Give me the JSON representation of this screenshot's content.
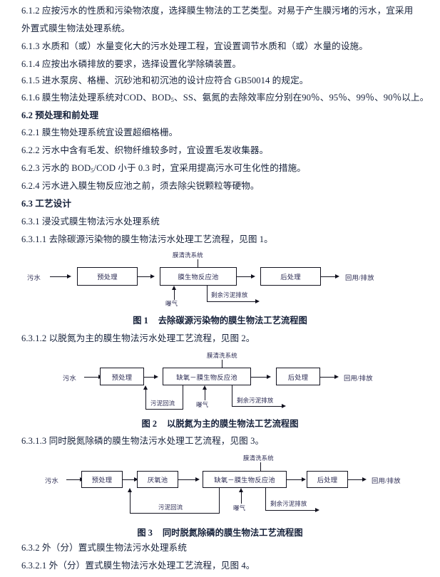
{
  "document": {
    "paragraphs": [
      {
        "id": "p612",
        "text": "6.1.2  应按污水的性质和污染物浓度，选择膜生物法的工艺类型。对易于产生膜污堵的污水，宜采用",
        "bold": false
      },
      {
        "id": "p612b",
        "text": "外置式膜生物法处理系统。",
        "bold": false
      },
      {
        "id": "p613",
        "text": "6.1.3  水质和（或）水量变化大的污水处理工程，宜设置调节水质和（或）水量的设施。",
        "bold": false
      },
      {
        "id": "p614",
        "text": "6.1.4  应按出水磷排放的要求，选择设置化学除磷装置。",
        "bold": false
      },
      {
        "id": "p615",
        "text": "6.1.5  进水泵房、格栅、沉砂池和初沉池的设计应符合 GB50014 的规定。",
        "bold": false
      },
      {
        "id": "p62",
        "text": "6.2  预处理和前处理",
        "bold": true
      },
      {
        "id": "p621",
        "text": "6.2.1 膜生物处理系统宜设置超细格栅。",
        "bold": false
      },
      {
        "id": "p622",
        "text": "6.2.2  污水中含有毛发、织物纤维较多时，宜设置毛发收集器。",
        "bold": false
      },
      {
        "id": "p624",
        "text": "6.2.4  污水进入膜生物反应池之前，须去除尖锐颗粒等硬物。",
        "bold": false
      },
      {
        "id": "p63",
        "text": "6.3  工艺设计",
        "bold": true
      },
      {
        "id": "p631",
        "text": "6.3.1 浸没式膜生物法污水处理系统",
        "bold": false
      },
      {
        "id": "p6311",
        "text": "6.3.1.1 去除碳源污染物的膜生物法污水处理工艺流程，见图 1。",
        "bold": false
      },
      {
        "id": "p6312",
        "text": "6.3.1.2 以脱氮为主的膜生物法污水处理工艺流程，见图 2。",
        "bold": false
      },
      {
        "id": "p6313",
        "text": "6.3.1.3 同时脱氮除磷的膜生物法污水处理工艺流程，见图 3。",
        "bold": false
      },
      {
        "id": "p632",
        "text": "6.3.2  外（分）置式膜生物法污水处理系统",
        "bold": false
      },
      {
        "id": "p6321",
        "text": "6.3.2.1  外（分）置式膜生物法污水处理工艺流程，见图 4。",
        "bold": false
      }
    ],
    "paragraph_616": {
      "prefix": "6.1.6  膜生物法处理系统对COD、BOD",
      "subscript": "5",
      "suffix": "、SS、氨氮的去除效率应分别在90％、95％、99％、90％以上。"
    },
    "paragraph_623": {
      "prefix": "6.2.3  污水的 BOD",
      "subscript": "5",
      "suffix": "/COD 小于 0.3 时，宜采用提高污水可生化性的措施。"
    }
  },
  "figures": [
    {
      "id": "figure-1",
      "number": "图 1",
      "title": "去除碳源污染物的膜生物法工艺流程图",
      "inlet_label": "污水",
      "outlet_label": "回用/排放",
      "top_label": "膜清洗系统",
      "aeration_label": "曝气",
      "sludge_discharge_label": "剩余污泥排放",
      "nodes": [
        {
          "name": "pretreatment",
          "label": "预处理"
        },
        {
          "name": "membrane-bioreactor",
          "label": "膜生物反应池"
        },
        {
          "name": "posttreatment",
          "label": "后处理"
        }
      ]
    },
    {
      "id": "figure-2",
      "number": "图 2",
      "title": "以脱氮为主的膜生物法工艺流程图",
      "inlet_label": "污水",
      "outlet_label": "回用/排放",
      "top_label": "膜清洗系统",
      "aeration_label": "曝气",
      "sludge_return_label": "污泥回流",
      "sludge_discharge_label": "剩余污泥排放",
      "nodes": [
        {
          "name": "pretreatment",
          "label": "预处理"
        },
        {
          "name": "anoxic-membrane-bioreactor",
          "label": "缺氧－膜生物反应池"
        },
        {
          "name": "posttreatment",
          "label": "后处理"
        }
      ]
    },
    {
      "id": "figure-3",
      "number": "图 3",
      "title": "同时脱氮除磷的膜生物法工艺流程图",
      "inlet_label": "污水",
      "outlet_label": "回用/排放",
      "top_label": "膜清洗系统",
      "aeration_label": "曝气",
      "sludge_return_label": "污泥回流",
      "sludge_discharge_label": "剩余污泥排放",
      "nodes": [
        {
          "name": "pretreatment",
          "label": "预处理"
        },
        {
          "name": "anaerobic-tank",
          "label": "厌氧池"
        },
        {
          "name": "anoxic-membrane-bioreactor",
          "label": "缺氧－膜生物反应池"
        },
        {
          "name": "posttreatment",
          "label": "后处理"
        }
      ]
    }
  ]
}
